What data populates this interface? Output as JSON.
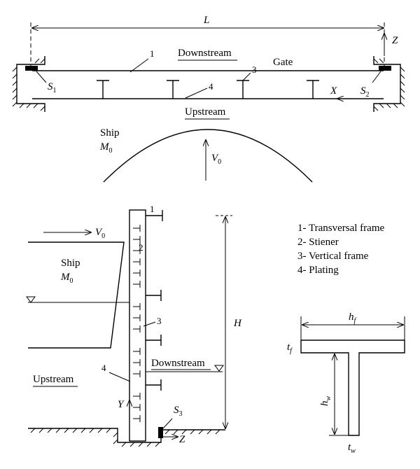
{
  "plan_view": {
    "length_label": "L",
    "gate_label": "Gate",
    "downstream_label": "Downstream",
    "upstream_label": "Upstream",
    "support_left": {
      "main": "S",
      "sub": "1"
    },
    "support_right": {
      "main": "S",
      "sub": "2"
    },
    "axis_x": "X",
    "axis_z": "Z",
    "callout_1": "1",
    "callout_3": "3",
    "callout_4": "4",
    "ship_label": "Ship",
    "mass": {
      "main": "M",
      "sub": "0"
    },
    "velocity": {
      "main": "V",
      "sub": "0"
    }
  },
  "section_view": {
    "velocity": {
      "main": "V",
      "sub": "0"
    },
    "ship_label": "Ship",
    "mass": {
      "main": "M",
      "sub": "0"
    },
    "height_label": "H",
    "downstream_label": "Downstream",
    "upstream_label": "Upstream",
    "support": {
      "main": "S",
      "sub": "3"
    },
    "axis_y": "Y",
    "axis_z": "Z",
    "callout_1": "1",
    "callout_2": "2",
    "callout_3": "3",
    "callout_4": "4"
  },
  "legend": {
    "items": [
      "1- Transversal frame",
      "2- Stiener",
      "3- Vertical frame",
      "4- Plating"
    ]
  },
  "t_section": {
    "flange_width": {
      "main": "h",
      "sub": "f"
    },
    "flange_thickness": {
      "main": "t",
      "sub": "f"
    },
    "web_height": {
      "main": "h",
      "sub": "w"
    },
    "web_thickness": {
      "main": "t",
      "sub": "w"
    }
  }
}
